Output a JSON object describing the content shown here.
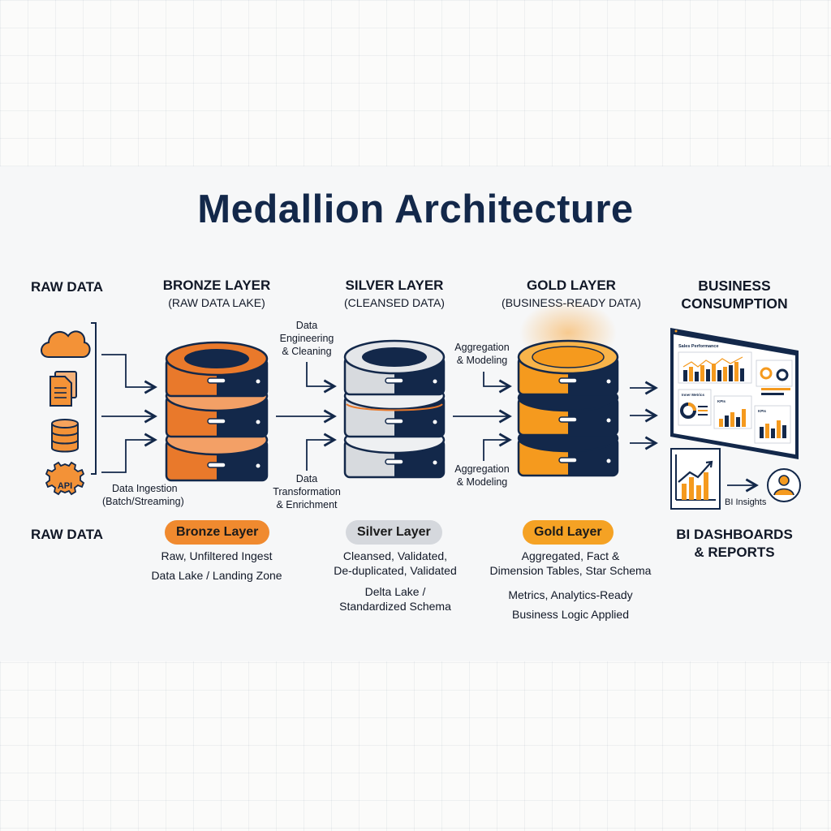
{
  "title": "Medallion Architecture",
  "columns": {
    "raw": {
      "heading": "RAW DATA",
      "footer": "RAW DATA"
    },
    "bronze": {
      "heading": "BRONZE LAYER",
      "sub": "(RAW DATA LAKE)"
    },
    "silver": {
      "heading": "SILVER LAYER",
      "sub": "(CLEANSED DATA)"
    },
    "gold": {
      "heading": "GOLD LAYER",
      "sub": "(BUSINESS-READY DATA)"
    },
    "consumption": {
      "heading_line1": "BUSINESS",
      "heading_line2": "CONSUMPTION"
    }
  },
  "flow_labels": {
    "ingestion_line1": "Data Ingestion",
    "ingestion_line2": "(Batch/Streaming)",
    "engineering_line1": "Data",
    "engineering_line2": "Engineering",
    "engineering_line3": "& Cleaning",
    "transformation_line1": "Data",
    "transformation_line2": "Transformation",
    "transformation_line3": "& Enrichment",
    "aggregation_top_line1": "Aggregation",
    "aggregation_top_line2": "& Modeling",
    "aggregation_bottom_line1": "Aggregation",
    "aggregation_bottom_line2": "& Modeling"
  },
  "raw_icons": [
    "cloud-icon",
    "documents-icon",
    "database-icon",
    "api-gear-icon"
  ],
  "api_text": "API",
  "pills": {
    "bronze": "Bronze Layer",
    "silver": "Silver Layer",
    "gold": "Gold Layer"
  },
  "descriptions": {
    "bronze_1": "Raw, Unfiltered Ingest",
    "bronze_2": "Data Lake / Landing Zone",
    "silver_1": "Cleansed, Validated,",
    "silver_2": "De-duplicated, Validated",
    "silver_3": "Delta Lake /",
    "silver_4": "Standardized Schema",
    "gold_1": "Aggregated, Fact &",
    "gold_2": "Dimension Tables, Star Schema",
    "gold_3": "Metrics, Analytics-Ready",
    "gold_4": "Business Logic Applied"
  },
  "consumption": {
    "dashboard_title": "Sales Performance",
    "panel_a": "Inner Metrics",
    "panel_b": "KPIs",
    "panel_c": "KPIs",
    "bi_insights": "BI Insights",
    "footer_line1": "BI DASHBOARDS",
    "footer_line2": "& REPORTS"
  },
  "colors": {
    "navy": "#13284a",
    "bronze": "#e9792b",
    "bronze_light": "#f3a066",
    "silver": "#d7dade",
    "silver_light": "#eef0f2",
    "gold": "#f59a1e",
    "gold_light": "#f8b44a"
  }
}
